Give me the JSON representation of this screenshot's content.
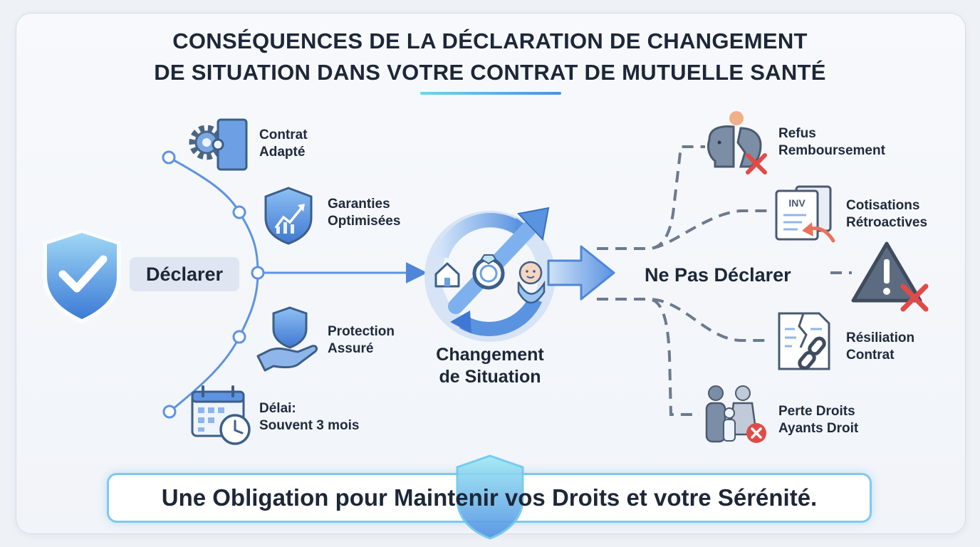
{
  "title": {
    "line1": "CONSÉQUENCES DE LA DÉCLARATION DE CHANGEMENT",
    "line2": "DE SITUATION DANS VOTRE CONTRAT DE MUTUELLE SANTÉ"
  },
  "left": {
    "main_label": "Déclarer",
    "icon": "shield-check-icon",
    "items": [
      {
        "line1": "Contrat",
        "line2": "Adapté",
        "icon": "gear-puzzle-icon"
      },
      {
        "line1": "Garanties",
        "line2": "Optimisées",
        "icon": "shield-growth-icon"
      },
      {
        "line1": "Protection",
        "line2": "Assuré",
        "icon": "hand-shield-icon"
      },
      {
        "line1": "Délai:",
        "line2": "Souvent 3 mois",
        "icon": "calendar-clock-icon"
      }
    ]
  },
  "center": {
    "line1": "Changement",
    "line2": "de Situation",
    "icon": "life-change-cycle-icon"
  },
  "right": {
    "main_label": "Ne Pas Déclarer",
    "items": [
      {
        "line1": "Refus",
        "line2": "Remboursement",
        "icon": "broken-piggy-bank-icon"
      },
      {
        "line1": "Cotisations",
        "line2": "Rétroactives",
        "icon": "invoice-icon",
        "icon_text": "INV"
      },
      {
        "line1": "",
        "line2": "",
        "icon": "warning-icon"
      },
      {
        "line1": "Résiliation",
        "line2": "Contrat",
        "icon": "torn-contract-icon"
      },
      {
        "line1": "Perte Droits",
        "line2": "Ayants Droit",
        "icon": "family-cancel-icon"
      }
    ]
  },
  "footer": {
    "text": "Une Obligation pour Maintenir vos Droits et votre Sérénité.",
    "icon": "shield-icon"
  },
  "colors": {
    "accent_blue": "#4f86d9",
    "light_blue": "#8fb6ea",
    "dark_slate": "#5c6b80",
    "danger_red": "#e14b47",
    "cyan": "#6fd5ea"
  }
}
